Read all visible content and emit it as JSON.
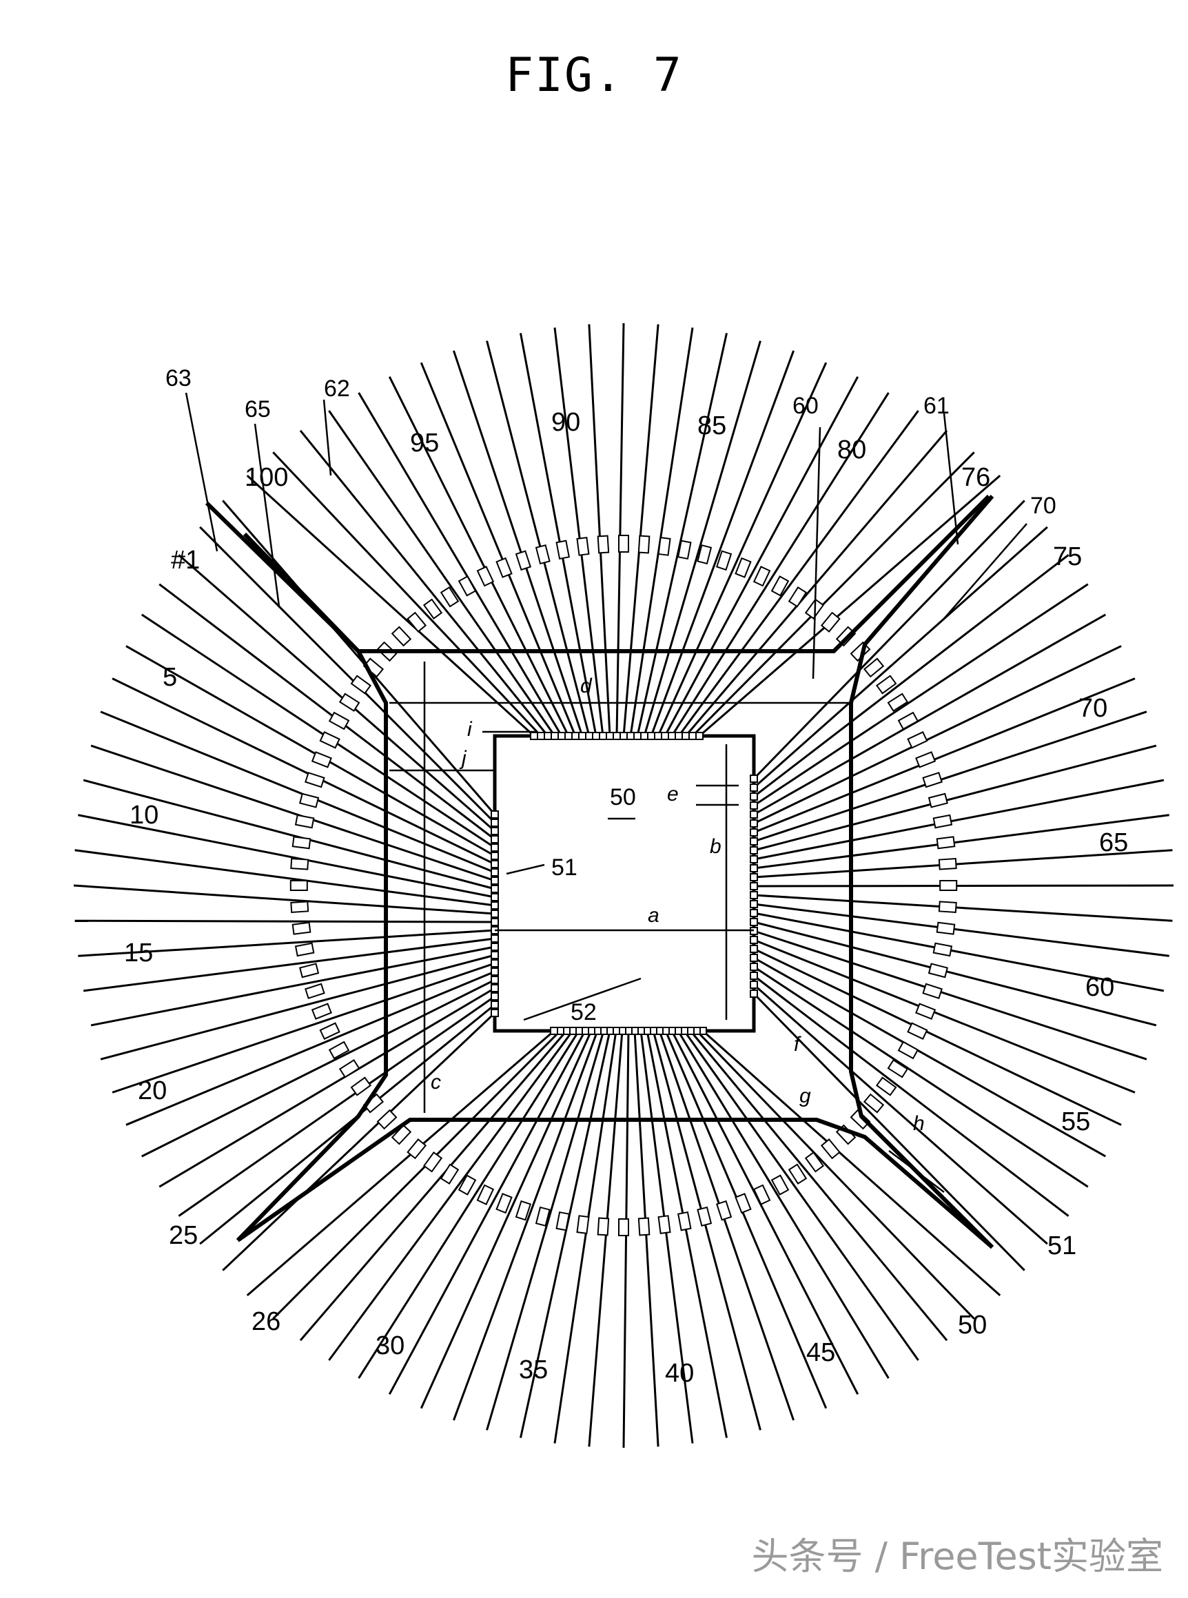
{
  "figure": {
    "title": "FIG. 7"
  },
  "chip": {
    "label": "50"
  },
  "reference_labels": [
    {
      "id": "63",
      "text": "63"
    },
    {
      "id": "65",
      "text": "65"
    },
    {
      "id": "62",
      "text": "62"
    },
    {
      "id": "60",
      "text": "60"
    },
    {
      "id": "61",
      "text": "61"
    },
    {
      "id": "51",
      "text": "51"
    },
    {
      "id": "52",
      "text": "52"
    },
    {
      "id": "70-ref",
      "text": "70"
    }
  ],
  "pin_numbers": [
    {
      "id": "pin-1",
      "text": "#1"
    },
    {
      "id": "pin-5",
      "text": "5"
    },
    {
      "id": "pin-10",
      "text": "10"
    },
    {
      "id": "pin-15",
      "text": "15"
    },
    {
      "id": "pin-20",
      "text": "20"
    },
    {
      "id": "pin-25",
      "text": "25"
    },
    {
      "id": "pin-26",
      "text": "26"
    },
    {
      "id": "pin-30",
      "text": "30"
    },
    {
      "id": "pin-35",
      "text": "35"
    },
    {
      "id": "pin-40",
      "text": "40"
    },
    {
      "id": "pin-45",
      "text": "45"
    },
    {
      "id": "pin-50",
      "text": "50"
    },
    {
      "id": "pin-51",
      "text": "51"
    },
    {
      "id": "pin-55",
      "text": "55"
    },
    {
      "id": "pin-60",
      "text": "60"
    },
    {
      "id": "pin-65",
      "text": "65"
    },
    {
      "id": "pin-70",
      "text": "70"
    },
    {
      "id": "pin-75",
      "text": "75"
    },
    {
      "id": "pin-76",
      "text": "76"
    },
    {
      "id": "pin-80",
      "text": "80"
    },
    {
      "id": "pin-85",
      "text": "85"
    },
    {
      "id": "pin-90",
      "text": "90"
    },
    {
      "id": "pin-95",
      "text": "95"
    },
    {
      "id": "pin-100",
      "text": "100"
    }
  ],
  "dimension_labels": [
    {
      "id": "a",
      "text": "a"
    },
    {
      "id": "b",
      "text": "b"
    },
    {
      "id": "c",
      "text": "c"
    },
    {
      "id": "d",
      "text": "d"
    },
    {
      "id": "e",
      "text": "e"
    },
    {
      "id": "f",
      "text": "f"
    },
    {
      "id": "g",
      "text": "g"
    },
    {
      "id": "h",
      "text": "h"
    },
    {
      "id": "i",
      "text": "i"
    },
    {
      "id": "j",
      "text": "j"
    }
  ],
  "leads_per_side": 25,
  "watermark": "头条号 / FreeTest实验室"
}
